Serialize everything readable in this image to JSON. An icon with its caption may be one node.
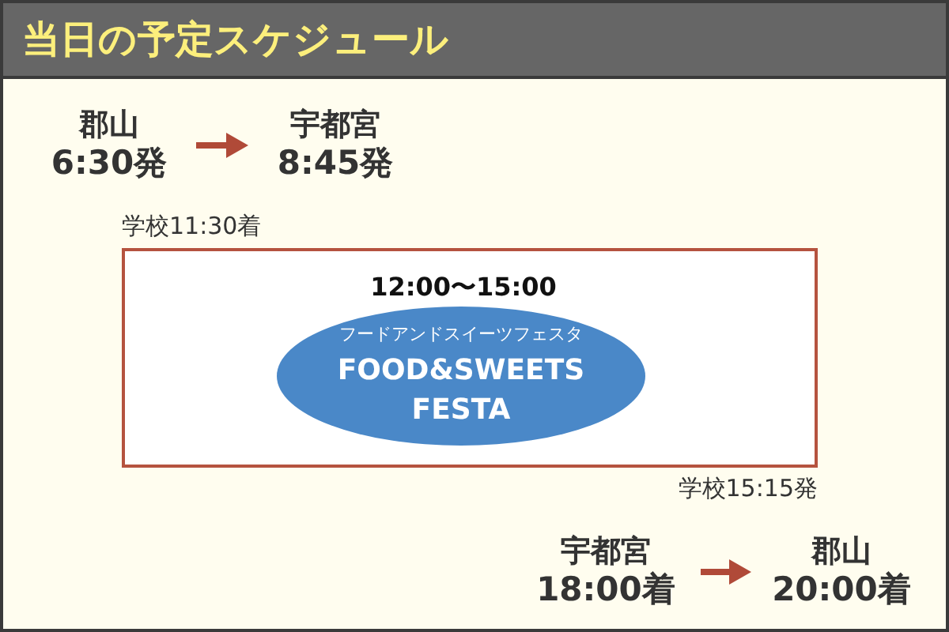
{
  "diagram": {
    "title": "当日の予定スケジュール",
    "nodes": [
      {
        "text": [
          "郡山",
          "6:30発"
        ]
      },
      {
        "text": [
          "宇都宮",
          "8:45発"
        ]
      },
      {
        "text": [
          "12:00〜15:00"
        ],
        "beside": [
          "学校11:30着",
          "学校15:15発"
        ]
      },
      {
        "text": [
          "フードアンドスイーツフェスタ",
          "FOOD&SWEETS FESTA"
        ],
        "in": 2
      },
      {
        "text": [
          "宇都宮",
          "18:00着"
        ]
      },
      {
        "text": [
          "郡山",
          "20:00着"
        ]
      }
    ],
    "edges": [
      {
        "from": 0,
        "to": 1,
        "arrow": "to"
      },
      {
        "from": 4,
        "to": 5,
        "arrow": "to"
      }
    ]
  }
}
